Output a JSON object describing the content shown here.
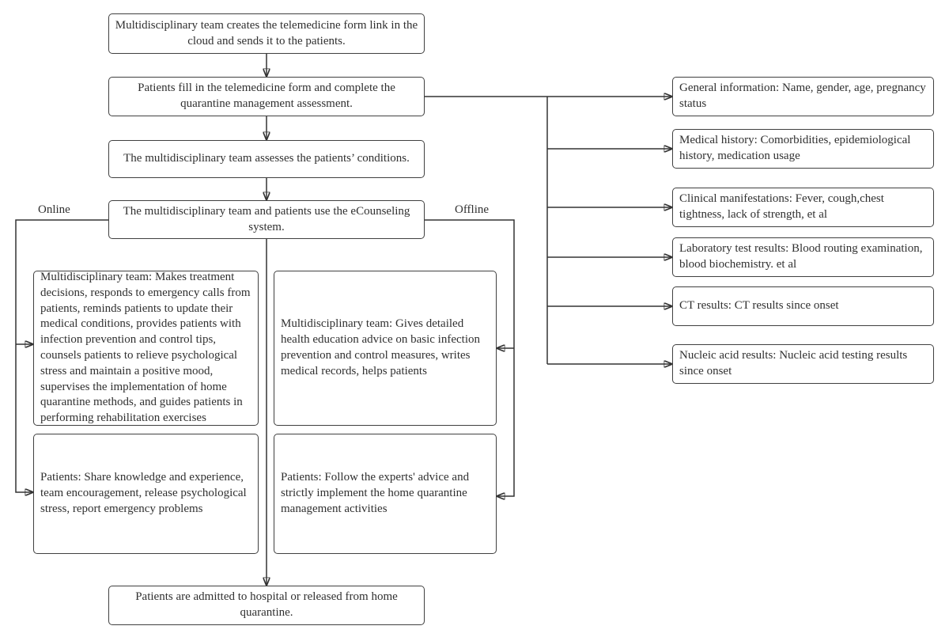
{
  "diagram": {
    "type": "flowchart",
    "colors": {
      "background": "#ffffff",
      "box_border": "#404040",
      "line": "#333333",
      "text": "#303030"
    },
    "branch_labels": {
      "online": "Online",
      "offline": "Offline"
    },
    "flow_nodes": {
      "create_link": {
        "text": "Multidisciplinary team creates the telemedicine form link in the cloud and sends it to the patients."
      },
      "fill_form": {
        "text": "Patients fill in the telemedicine form and complete the quarantine management assessment."
      },
      "assess": {
        "text": "The multidisciplinary team assesses the patients’ conditions."
      },
      "ecounseling": {
        "text": "The multidisciplinary team and patients use the eCounseling system."
      },
      "online_team": {
        "text": "Multidisciplinary team: Makes treatment decisions, responds to emergency calls from patients, reminds patients to update their medical conditions, provides patients with infection prevention and control tips, counsels patients to relieve psychological stress and maintain a positive mood, supervises the implementation of home quarantine methods, and guides patients in performing rehabilitation exercises"
      },
      "online_patients": {
        "text": "Patients: Share knowledge and experience, team encouragement, release psychological stress, report emergency problems"
      },
      "offline_team": {
        "text": "Multidisciplinary team: Gives detailed health education advice on basic infection prevention and control measures, writes medical records, helps patients"
      },
      "offline_patients": {
        "text": "Patients: Follow the experts' advice and strictly implement the home quarantine management activities"
      },
      "outcome": {
        "text": "Patients are admitted to hospital or released from home quarantine."
      }
    },
    "form_items": [
      {
        "text": "General information: Name, gender, age, pregnancy status"
      },
      {
        "text": "Medical history: Comorbidities, epidemiological history, medication usage"
      },
      {
        "text": "Clinical manifestations: Fever, cough,chest tightness, lack of strength, et al"
      },
      {
        "text": "Laboratory test results: Blood routing examination, blood biochemistry. et al"
      },
      {
        "text": "CT results: CT results since onset"
      },
      {
        "text": "Nucleic acid results: Nucleic acid testing results since onset"
      }
    ]
  }
}
